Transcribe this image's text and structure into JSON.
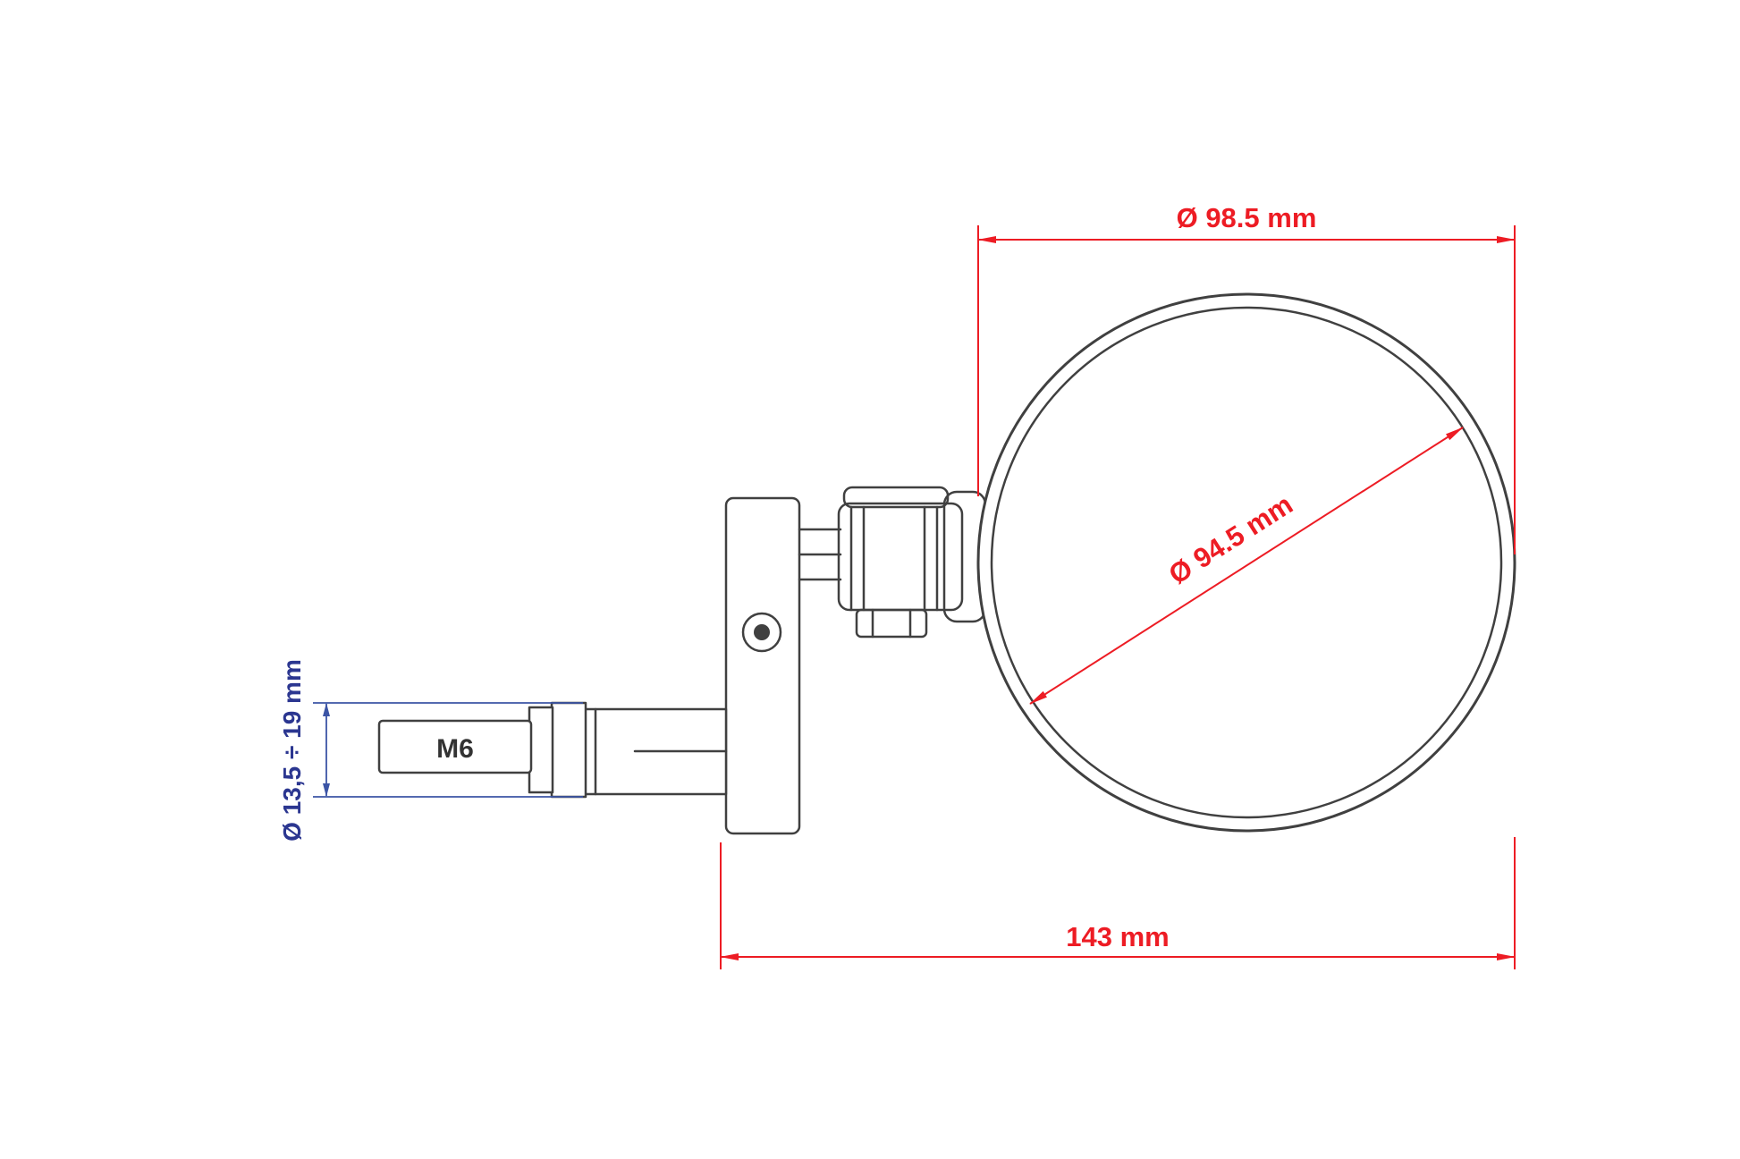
{
  "page": {
    "background": "#ffffff",
    "description_type": "technical-dimension-drawing"
  },
  "drawing": {
    "part_labels": {
      "thread_size": "M6"
    },
    "dimensions": {
      "outer_diameter": "Ø 98.5 mm",
      "glass_diameter": "Ø 94.5 mm",
      "overall_length": "143 mm",
      "expander_diameter_range": "Ø 13,5 ÷ 19 mm"
    },
    "colors": {
      "outline": "#404040",
      "dimension_red": "#ed1c24",
      "dimension_blue_line": "#3b54a5",
      "dimension_blue_text": "#2b3690"
    }
  }
}
